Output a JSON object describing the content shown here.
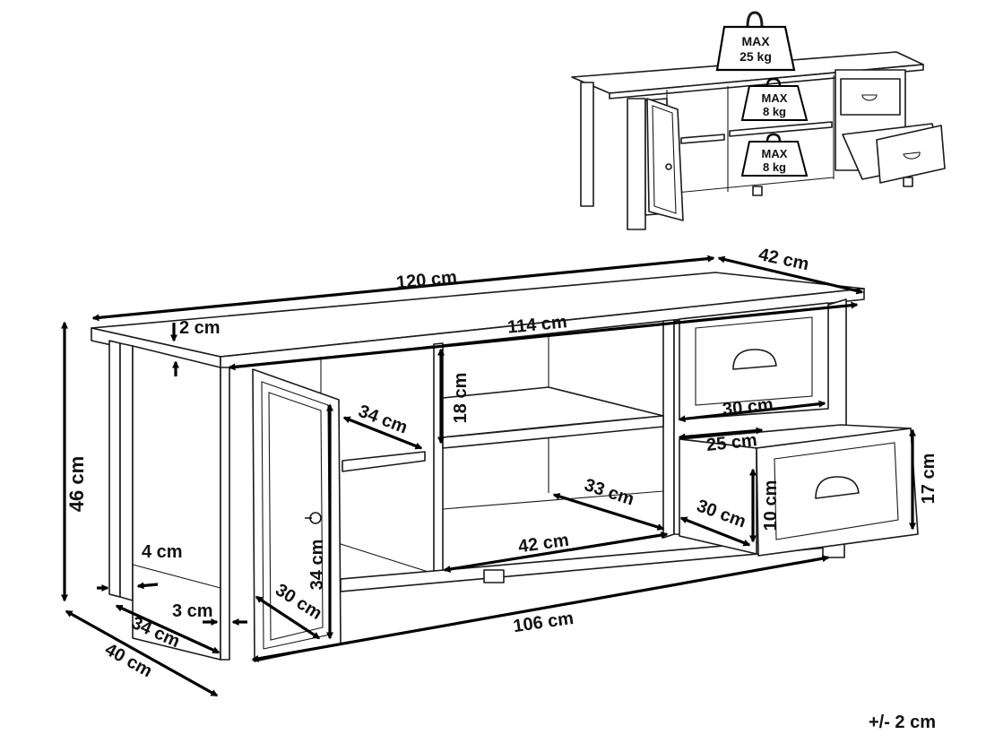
{
  "dimensions": {
    "width_top": "120 cm",
    "depth_top": "42 cm",
    "inner_width": "114 cm",
    "top_thickness": "2 cm",
    "height": "46 cm",
    "shelf_depth": "34 cm",
    "compartment_height": "18 cm",
    "drawer_width": "30 cm",
    "drawer_inner_width": "25 cm",
    "drawer_depth": "30 cm",
    "drawer_front_height": "17 cm",
    "drawer_inner_height": "10 cm",
    "bottom_depth": "33 cm",
    "center_width": "42 cm",
    "leg_width": "4 cm",
    "side_thickness": "3 cm",
    "door_height": "34 cm",
    "door_width": "30 cm",
    "base_width": "106 cm",
    "base_depth_inner": "34 cm",
    "base_depth_outer": "40 cm"
  },
  "load_limits": {
    "top": "MAX\n25 kg",
    "top_max": "MAX",
    "top_kg": "25 kg",
    "shelf_max": "MAX",
    "shelf_kg": "8 kg",
    "bottom_max": "MAX",
    "bottom_kg": "8 kg"
  },
  "tolerance": "+/- 2 cm"
}
